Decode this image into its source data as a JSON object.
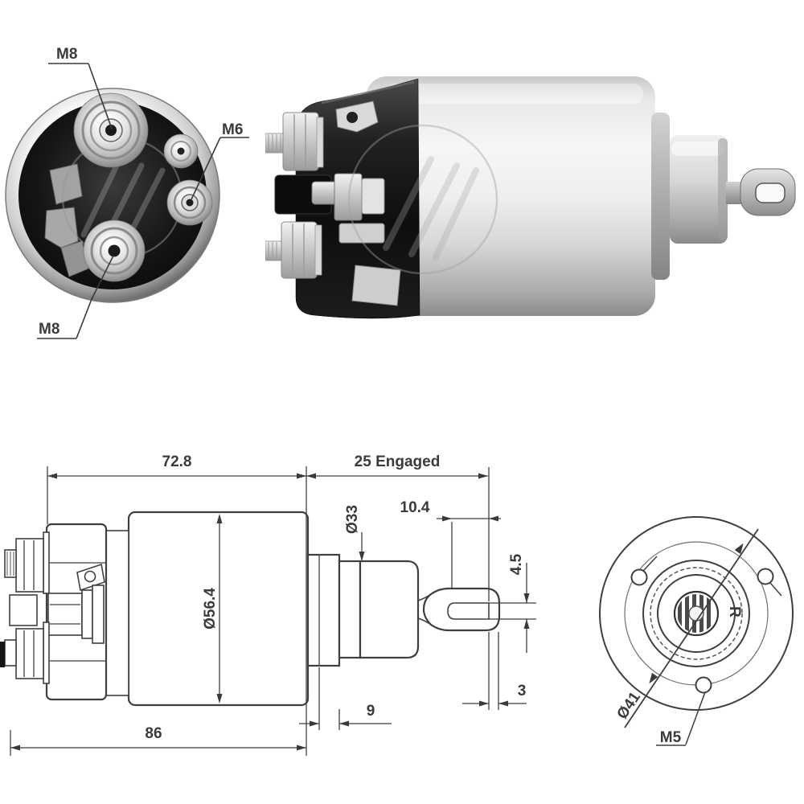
{
  "colors": {
    "line": "#3a3a3a",
    "cap_black": "#141414",
    "silver_light": "#f2f2f2",
    "silver_dark": "#8f8f8f",
    "background": "#ffffff"
  },
  "icons": {
    "watermark": "zm-logo-watermark"
  },
  "rear_view": {
    "label_top": "M8",
    "label_right": "M6",
    "label_bottom": "M8"
  },
  "dimension_view": {
    "overall_top": "72.8",
    "engaged": "25 Engaged",
    "plunger": "10.4",
    "front_dia": "Ø33",
    "body_dia": "Ø56.4",
    "slot_height": "4.5",
    "eye_thickness": "3",
    "step": "9",
    "overall_bottom": "86"
  },
  "front_view": {
    "bolt_circle_dia": "Ø41",
    "screw": "M5",
    "center_mark": "R"
  }
}
